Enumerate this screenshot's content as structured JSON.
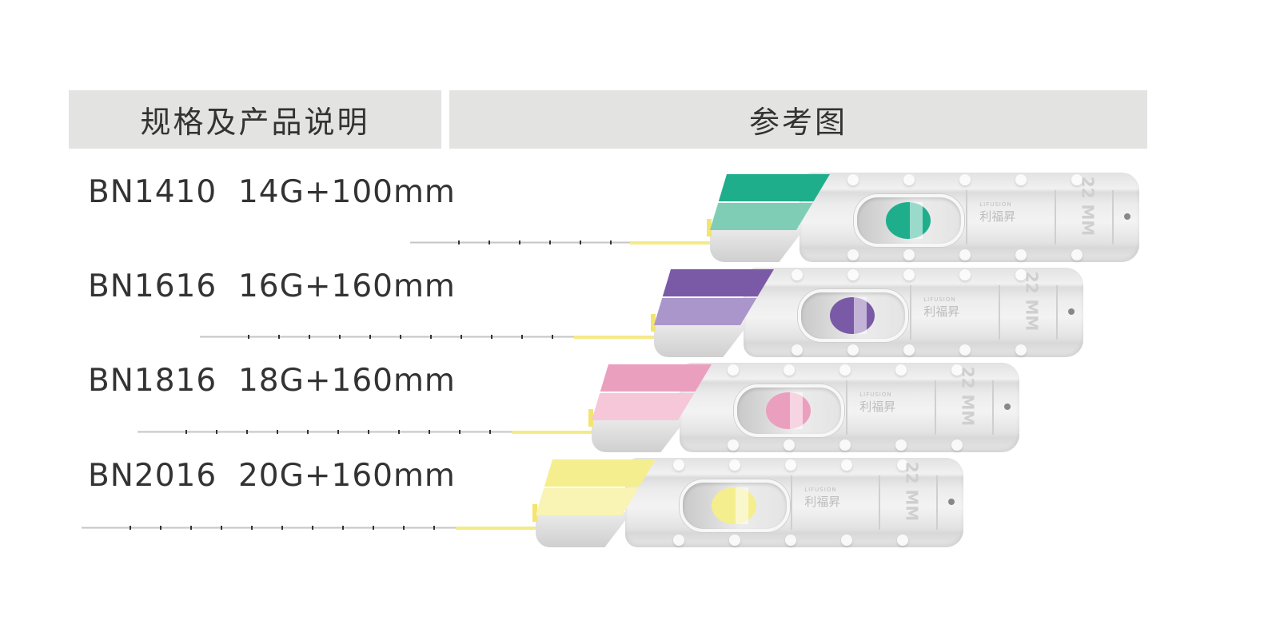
{
  "header": {
    "spec_column": "规格及产品说明",
    "image_column": "参考图"
  },
  "products": [
    {
      "model": "BN1410",
      "spec": "14G+100mm",
      "label": "BN1410  14G+100mm",
      "color_dark": "#1fae8c",
      "color_light": "#7fcdb5",
      "brand": "利福昇",
      "brand_en": "LIFUSION",
      "stroke": "22 MM"
    },
    {
      "model": "BN1616",
      "spec": "16G+160mm",
      "label": "BN1616  16G+160mm",
      "color_dark": "#7a5aa6",
      "color_light": "#ab96cc",
      "brand": "利福昇",
      "brand_en": "LIFUSION",
      "stroke": "22 MM"
    },
    {
      "model": "BN1816",
      "spec": "18G+160mm",
      "label": "BN1816  18G+160mm",
      "color_dark": "#eb9fbe",
      "color_light": "#f5c7d9",
      "brand": "利福昇",
      "brand_en": "LIFUSION",
      "stroke": "22 MM"
    },
    {
      "model": "BN2016",
      "spec": "20G+160mm",
      "label": "BN2016  20G+160mm",
      "color_dark": "#f5ee8e",
      "color_light": "#f9f3b4",
      "brand": "利福昇",
      "brand_en": "LIFUSION",
      "stroke": "22 MM"
    }
  ]
}
